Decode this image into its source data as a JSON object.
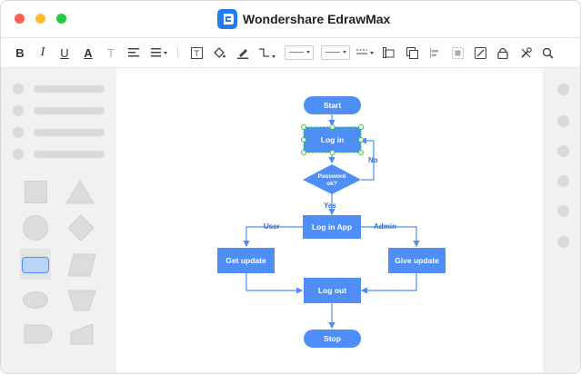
{
  "window": {
    "title": "Wondershare EdrawMax",
    "controls": [
      "close",
      "minimize",
      "zoom"
    ]
  },
  "toolbar": {
    "bold": "B",
    "italic": "I",
    "underline": "U",
    "font_color": "A",
    "text_style": "T",
    "text_box": "T",
    "icons": [
      "bold-icon",
      "italic-icon",
      "underline-icon",
      "font-color-icon",
      "text-style-icon",
      "align-icon",
      "line-spacing-icon",
      "text-box-icon",
      "fill-icon",
      "line-color-icon",
      "connector-icon",
      "line-style-select",
      "line-weight-select",
      "arrow-style-select",
      "front-icon",
      "group-icon",
      "align-objects-icon",
      "size-icon",
      "edit-icon",
      "lock-icon",
      "tools-icon",
      "search-icon"
    ]
  },
  "flowchart": {
    "start": "Start",
    "login": "Log in",
    "decision": [
      "Password",
      "ok?"
    ],
    "no": "No",
    "yes": "Yes",
    "login_app": "Log in App",
    "user": "User",
    "admin": "Admin",
    "get_update": "Get update",
    "give_update": "Give update",
    "logout": "Log out",
    "stop": "Stop"
  },
  "colors": {
    "node_fill": "#4f8ef7",
    "edge": "#4f8ef7",
    "selection": "#2ecc40",
    "panel_bg": "#f1f1f1"
  }
}
